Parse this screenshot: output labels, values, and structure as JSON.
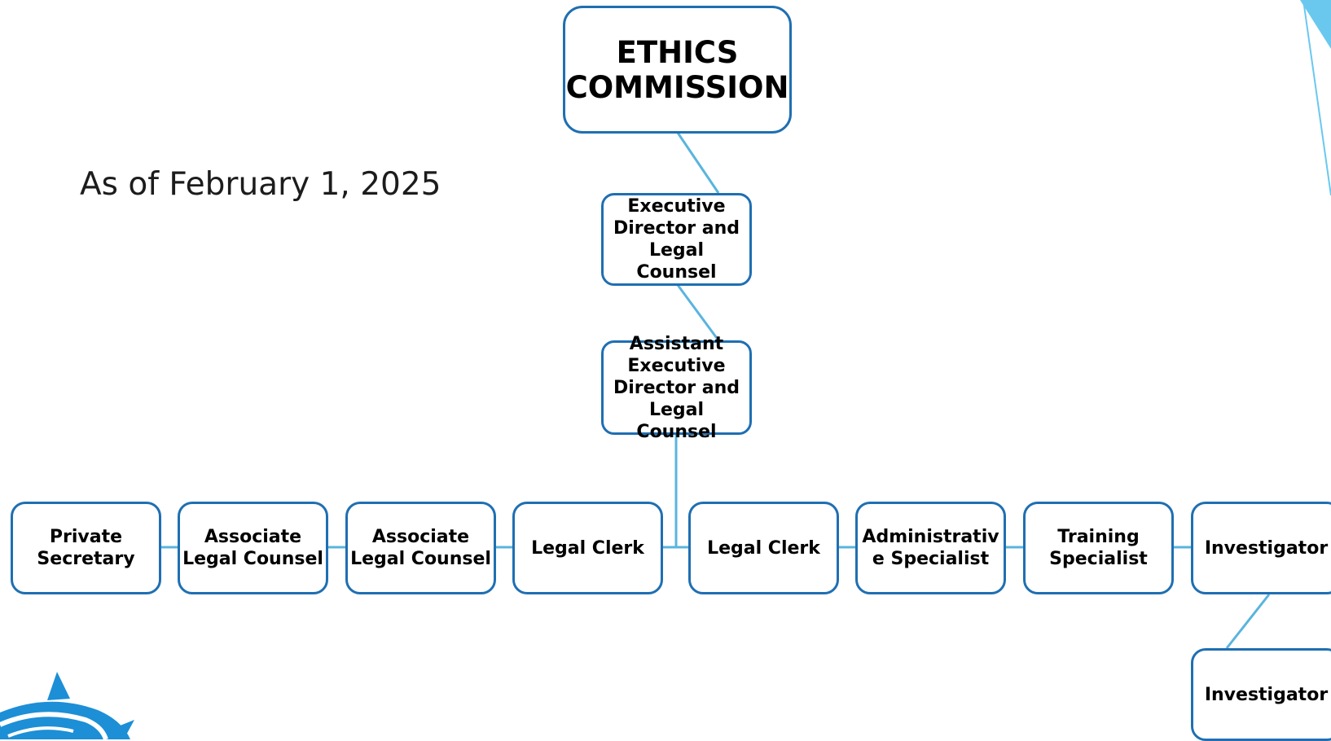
{
  "as_of": "As of February 1, 2025",
  "org": {
    "commission": "ETHICS\nCOMMISSION",
    "executive_director": "Executive\nDirector and\nLegal Counsel",
    "assistant_executive_director": "Assistant\nExecutive\nDirector and\nLegal Counsel",
    "staff": [
      "Private\nSecretary",
      "Associate\nLegal Counsel",
      "Associate\nLegal Counsel",
      "Legal Clerk",
      "Legal Clerk",
      "Administrativ\ne Specialist",
      "Training\nSpecialist",
      "Investigator"
    ],
    "sub_investigator": "Investigator"
  },
  "colors": {
    "box_border": "#1f6fb2",
    "connector": "#5ab4de",
    "accent_logo": "#1c8fd6"
  },
  "icons": [
    "seal-logo-icon",
    "corner-triangle-icon"
  ]
}
